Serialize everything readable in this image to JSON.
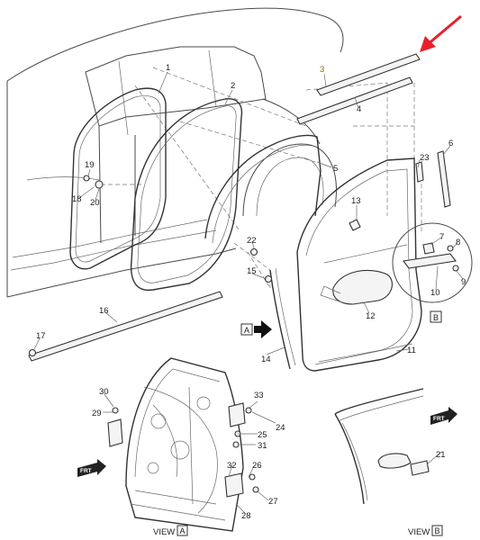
{
  "callouts": {
    "c1": "1",
    "c2": "2",
    "c3": "3",
    "c4": "4",
    "c5": "5",
    "c6": "6",
    "c7": "7",
    "c8": "8",
    "c9": "9",
    "c10": "10",
    "c11": "11",
    "c12": "12",
    "c13": "13",
    "c14": "14",
    "c15": "15",
    "c16": "16",
    "c17": "17",
    "c18": "18",
    "c19": "19",
    "c20": "20",
    "c21": "21",
    "c22": "22",
    "c23": "23",
    "c24": "24",
    "c25": "25",
    "c26": "26",
    "c27": "27",
    "c28": "28",
    "c29": "29",
    "c30": "30",
    "c31": "31",
    "c32": "32",
    "c33": "33"
  },
  "view_refs": {
    "a_box": "A",
    "b_box": "B",
    "view_a_word": "VIEW",
    "view_a_letter": "A",
    "view_b_word": "VIEW",
    "view_b_letter": "B"
  },
  "direction_tags": {
    "frt_lower_left": "FRT",
    "frt_lower_right": "FRT"
  },
  "colors": {
    "pointer_arrow": "#e8202a",
    "highlight_callout": "#8a6d00"
  },
  "icons": {
    "pointer": "red-arrow-icon",
    "view_arrow": "black-arrow-icon"
  }
}
